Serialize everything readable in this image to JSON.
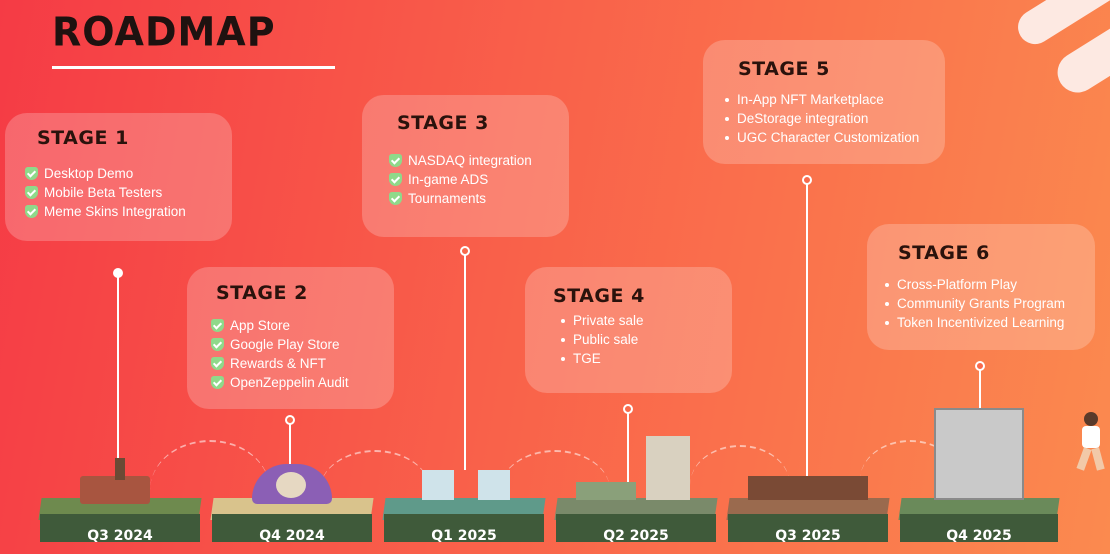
{
  "title": "ROADMAP",
  "stages": [
    {
      "title": "STAGE 1",
      "items": [
        "Desktop Demo",
        "Mobile Beta Testers",
        "Meme Skins Integration"
      ]
    },
    {
      "title": "STAGE 2",
      "items": [
        "App Store",
        "Google Play Store",
        "Rewards & NFT",
        "OpenZeppelin Audit"
      ]
    },
    {
      "title": "STAGE 3",
      "items": [
        "NASDAQ integration",
        "In-game ADS",
        "Tournaments"
      ]
    },
    {
      "title": "STAGE 4",
      "items": [
        "Private sale",
        "Public sale",
        "TGE"
      ]
    },
    {
      "title": "STAGE 5",
      "items": [
        "In-App NFT Marketplace",
        "DeStorage integration",
        "UGC Character Customization"
      ]
    },
    {
      "title": "STAGE 6",
      "items": [
        "Cross-Platform Play",
        "Community Grants Program",
        "Token Incentivized Learning"
      ]
    }
  ],
  "quarters": [
    "Q3 2024",
    "Q4 2024",
    "Q1 2025",
    "Q2 2025",
    "Q3 2025",
    "Q4 2025"
  ],
  "colors": {
    "check": "#8fd98a",
    "title_text": "#1e1210"
  },
  "icons": {
    "completed": "check-shield-icon",
    "pending": "bullet-icon"
  }
}
